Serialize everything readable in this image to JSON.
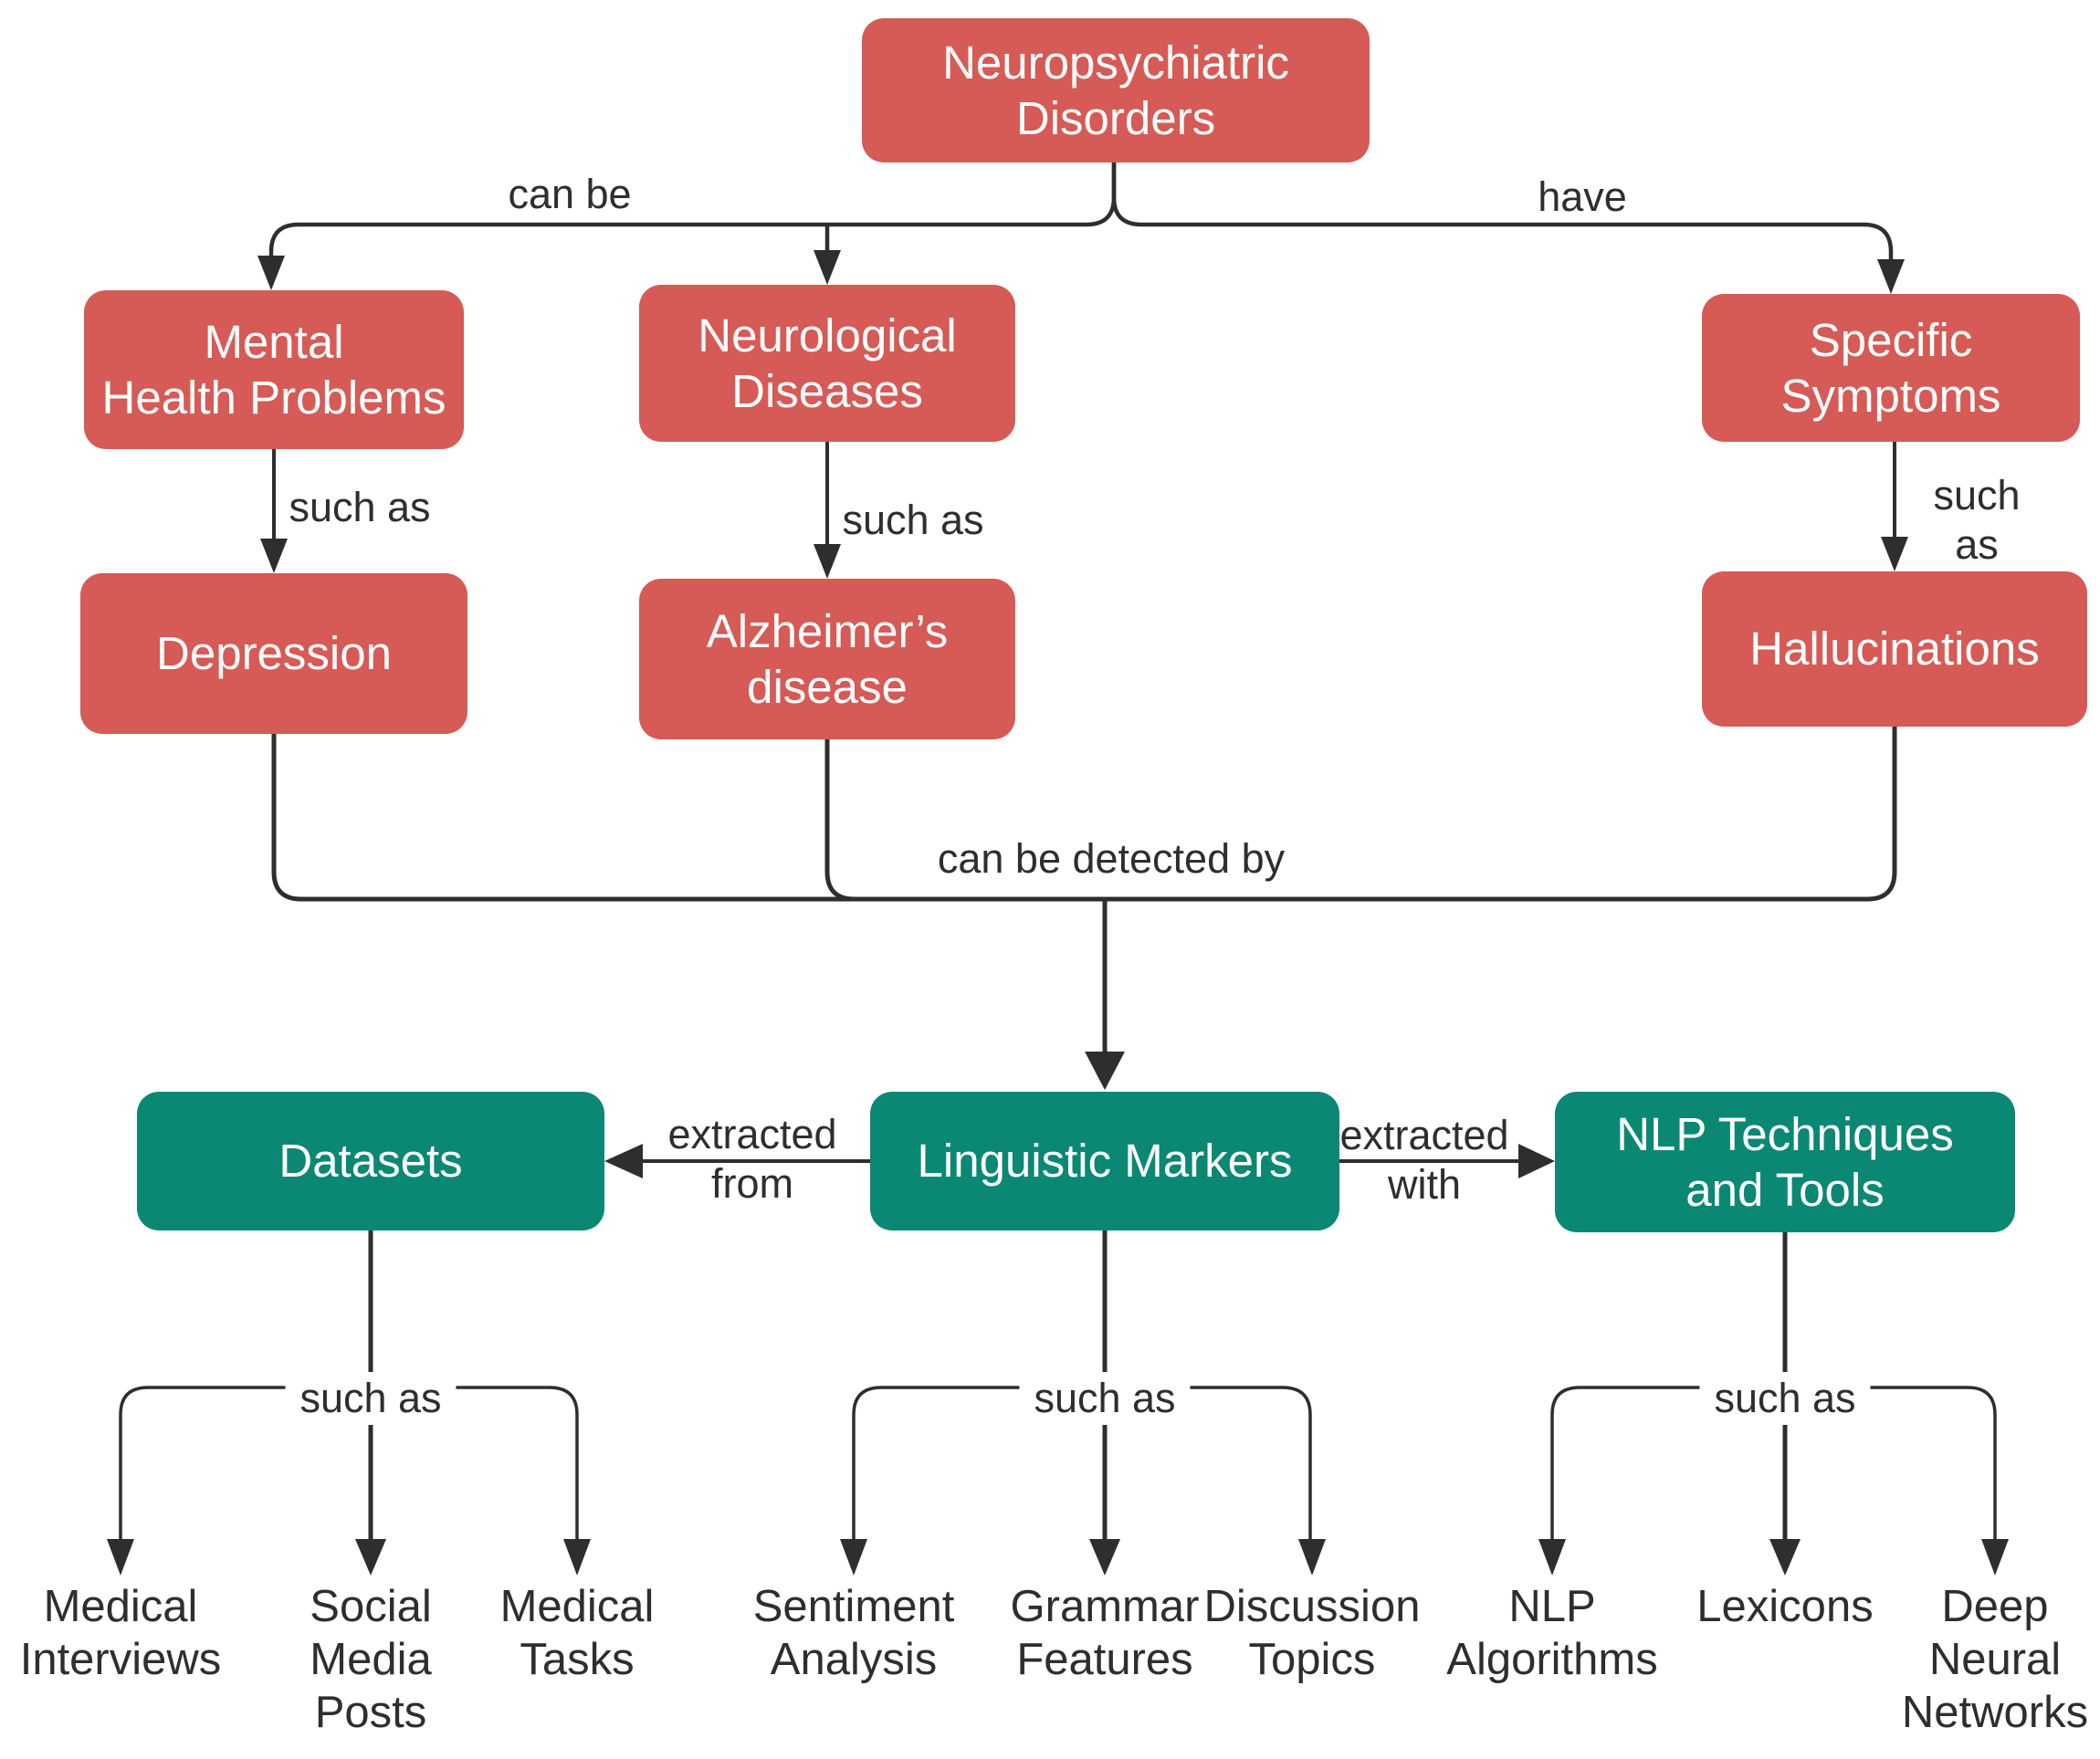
{
  "palette": {
    "node_red": "#D65A55",
    "node_green": "#0B8873",
    "line": "#2E2E2E",
    "label": "#2E2E2E"
  },
  "nodes": {
    "root": {
      "label": "Neuropsychiatric\nDisorders"
    },
    "mental": {
      "label": "Mental\nHealth Problems"
    },
    "neurological": {
      "label": "Neurological\nDiseases"
    },
    "symptoms": {
      "label": "Specific\nSymptoms"
    },
    "depression": {
      "label": "Depression"
    },
    "alzheimers": {
      "label": "Alzheimer’s\ndisease"
    },
    "hallucinations": {
      "label": "Hallucinations"
    },
    "datasets": {
      "label": "Datasets"
    },
    "linguistic": {
      "label": "Linguistic Markers"
    },
    "nlp": {
      "label": "NLP Techniques\nand Tools"
    }
  },
  "edge_labels": {
    "can_be": "can be",
    "have": "have",
    "such_as_mental": "such as",
    "such_as_neurological": "such as",
    "such_as_symptoms": "such as",
    "detected_by": "can be detected by",
    "extracted_from": "extracted\nfrom",
    "extracted_with": "extracted\nwith",
    "such_as_datasets": "such as",
    "such_as_linguistic": "such as",
    "such_as_nlp": "such as"
  },
  "leaves": {
    "medical_interviews": "Medical\nInterviews",
    "social_media_posts": "Social\nMedia\nPosts",
    "medical_tasks": "Medical\nTasks",
    "sentiment_analysis": "Sentiment\nAnalysis",
    "grammar_features": "Grammar\nFeatures",
    "discussion_topics": "Discussion\nTopics",
    "nlp_algorithms": "NLP\nAlgorithms",
    "lexicons": "Lexicons",
    "deep_neural_networks": "Deep\nNeural\nNetworks"
  }
}
